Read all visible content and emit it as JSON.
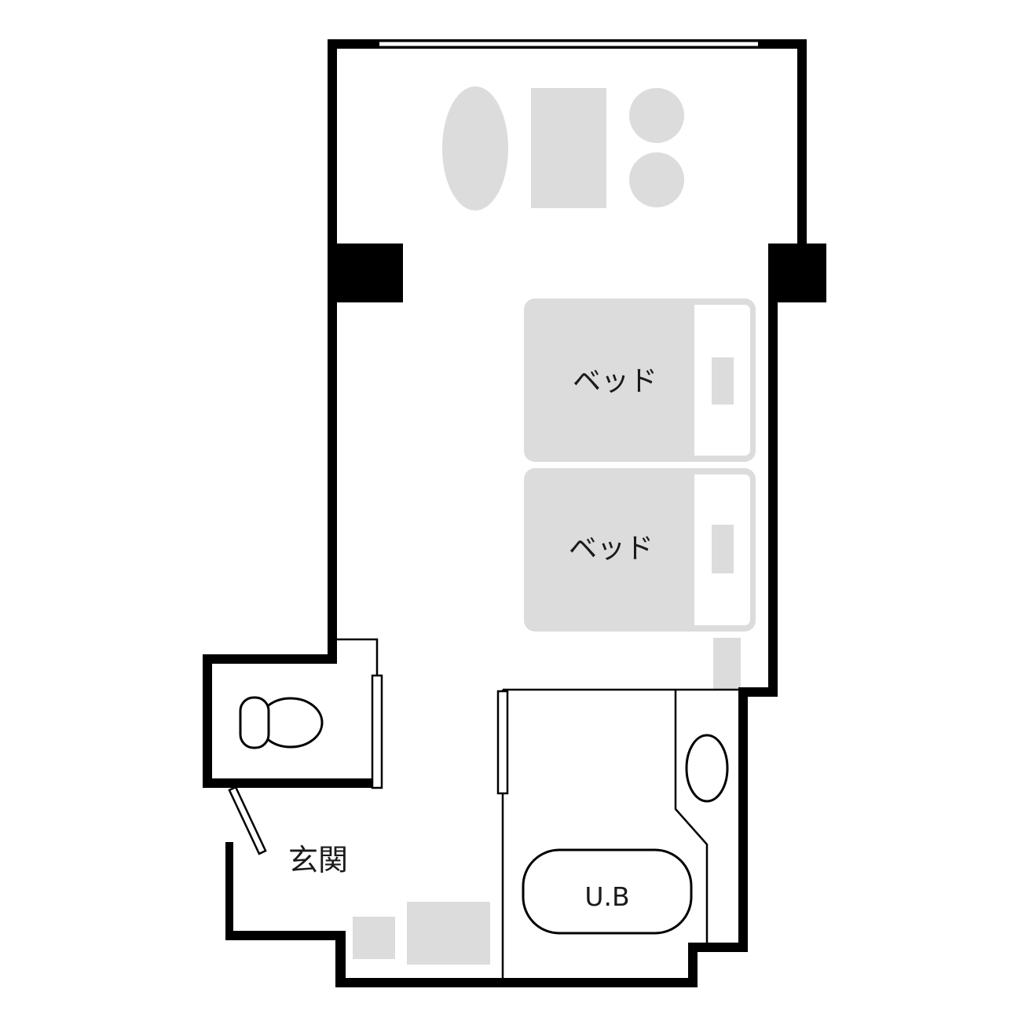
{
  "floor_plan": {
    "beds": [
      {
        "label": "ベッド"
      },
      {
        "label": "ベッド"
      }
    ],
    "entrance": {
      "label": "玄関"
    },
    "unit_bath": {
      "label": "U.B"
    }
  },
  "colors": {
    "wall": "#000000",
    "fixture": "#dcdcdc",
    "background": "#ffffff"
  }
}
